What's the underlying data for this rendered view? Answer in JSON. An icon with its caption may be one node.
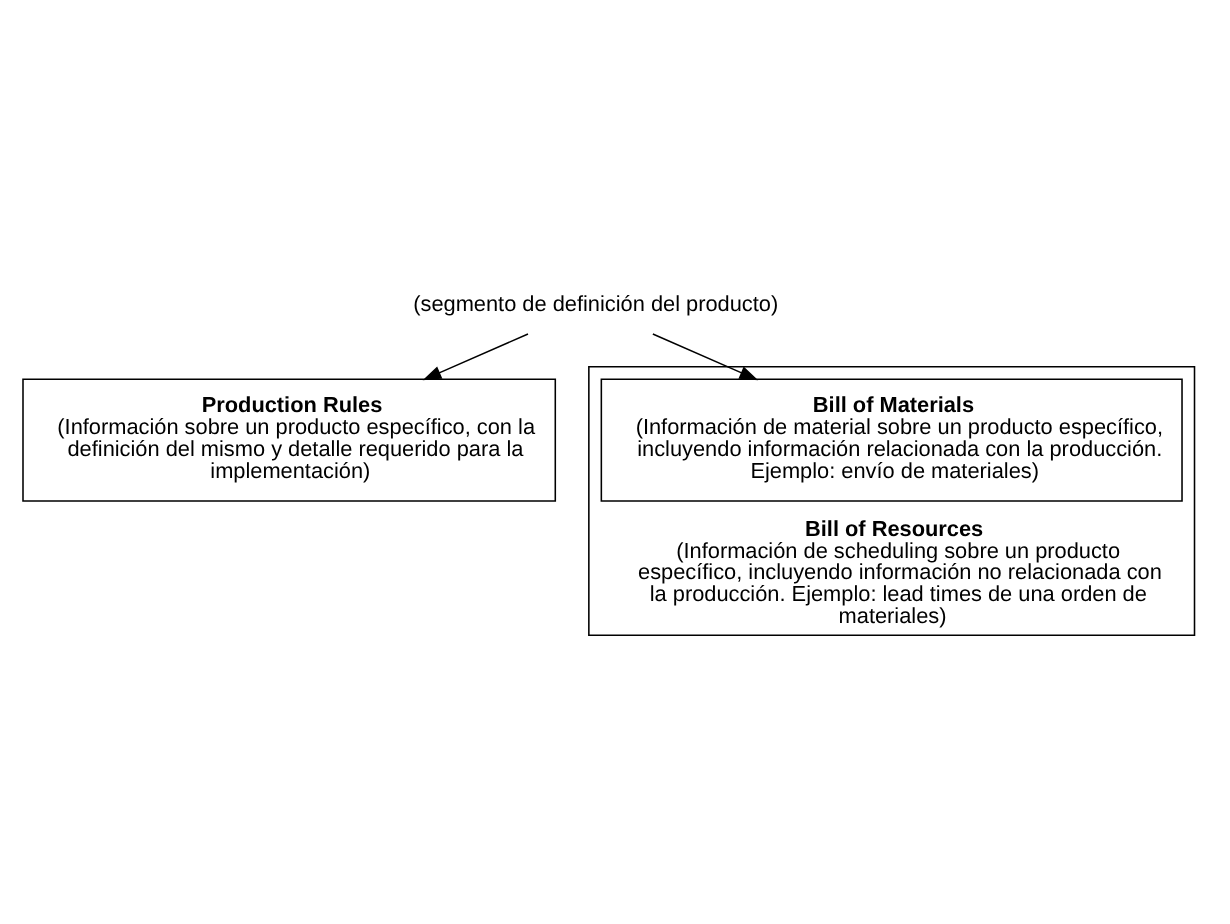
{
  "diagram": {
    "nodes": [
      {
        "text": [
          "(segmento de definición del producto)"
        ]
      },
      {
        "text": [
          "Production Rules",
          "(Información sobre un producto específico, con la definición del mismo y detalle requerido para la implementación)"
        ]
      },
      {
        "text": [
          "Bill of Resources",
          "(Información de scheduling sobre un producto específico, incluyendo información no relacionada con la producción. Ejemplo: lead times de una orden de materiales)"
        ]
      },
      {
        "text": [
          "Bill of Materials",
          "(Información de material sobre un producto específico, incluyendo información relacionada con la producción. Ejemplo: envío de materiales)"
        ],
        "in": 2
      }
    ],
    "edges": [
      {
        "from": 0,
        "to": 3,
        "arrow": "to"
      },
      {
        "from": 0,
        "to": 1,
        "arrow": "to"
      }
    ]
  }
}
